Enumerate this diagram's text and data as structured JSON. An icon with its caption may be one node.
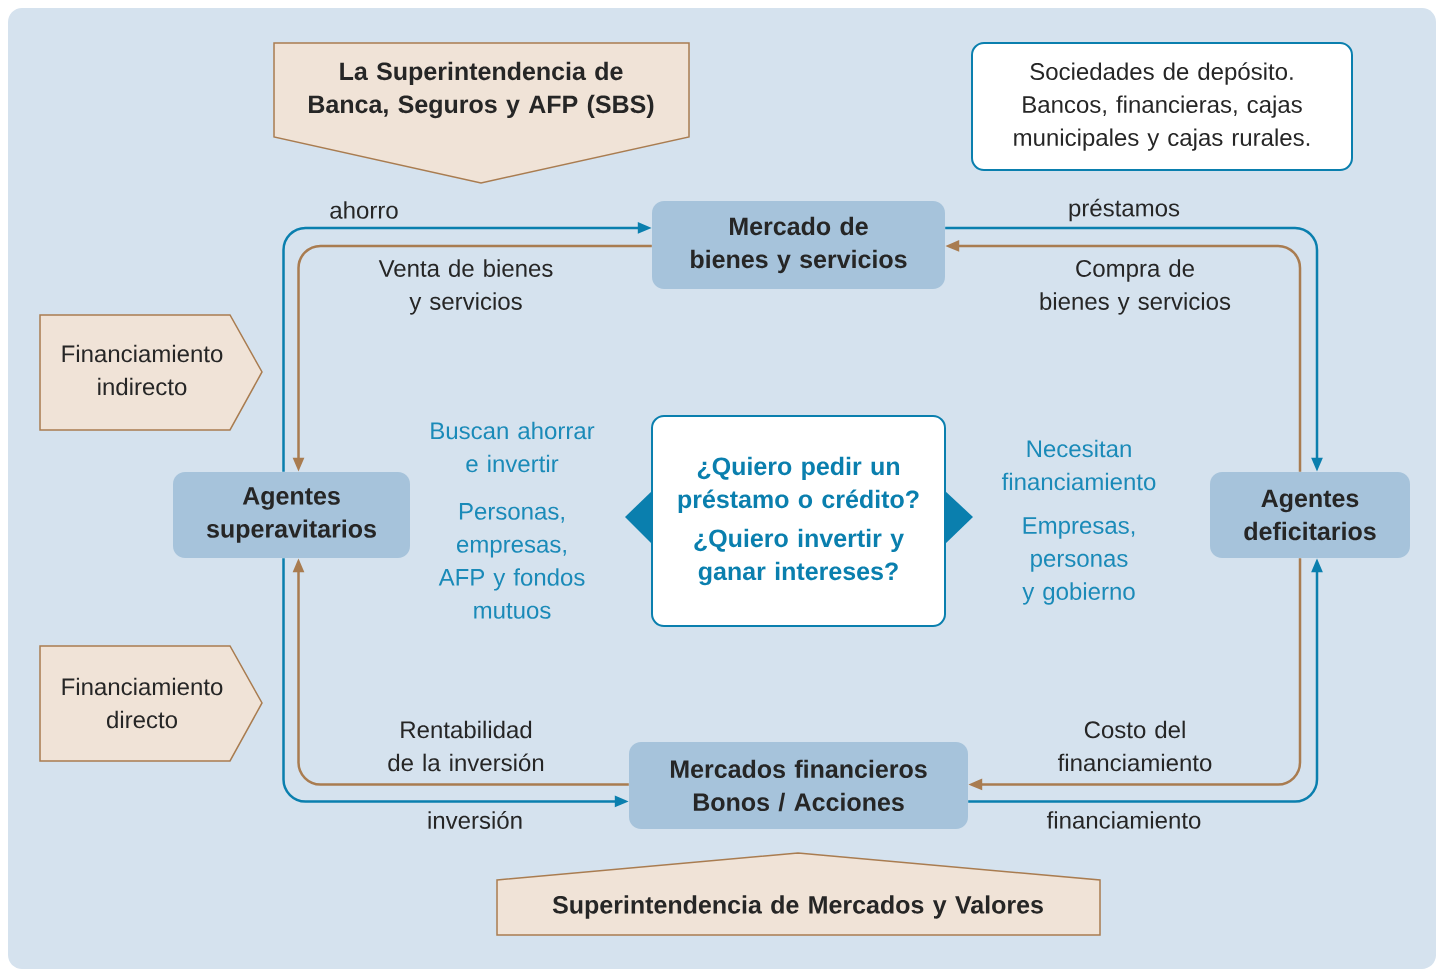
{
  "diagram": {
    "nodes": [
      {
        "text": [
          "La Superintendencia de Banca, Seguros y AFP (SBS)"
        ]
      },
      {
        "text": [
          "Sociedades de depósito. Bancos, financieras, cajas municipales y cajas rurales."
        ]
      },
      {
        "text": [
          "Mercado de bienes y servicios"
        ]
      },
      {
        "text": [
          "Financiamiento indirecto"
        ]
      },
      {
        "text": [
          "Agentes superavitarios"
        ]
      },
      {
        "text": [
          "¿Quiero pedir un préstamo o crédito?",
          "¿Quiero invertir y ganar intereses?"
        ]
      },
      {
        "text": [
          "Agentes deficitarios"
        ]
      },
      {
        "text": [
          "Financiamiento directo"
        ]
      },
      {
        "text": [
          "Mercados financieros Bonos / Acciones"
        ]
      },
      {
        "text": [
          "Superintendencia de Mercados y Valores"
        ]
      }
    ],
    "edges": [
      {
        "from": 4,
        "to": 2,
        "arrow": "to",
        "label": "ahorro",
        "color": "#0a7fae"
      },
      {
        "from": 2,
        "to": 4,
        "arrow": "to",
        "label": "Venta de bienes y servicios",
        "color": "#a97c50"
      },
      {
        "from": 2,
        "to": 6,
        "arrow": "to",
        "label": "préstamos",
        "color": "#0a7fae"
      },
      {
        "from": 6,
        "to": 2,
        "arrow": "to",
        "label": "Compra de bienes y servicios",
        "color": "#a97c50"
      },
      {
        "from": 4,
        "to": 8,
        "arrow": "to",
        "label": "inversión",
        "color": "#0a7fae"
      },
      {
        "from": 8,
        "to": 4,
        "arrow": "to",
        "label": "Rentabilidad de la inversión",
        "color": "#a97c50"
      },
      {
        "from": 8,
        "to": 6,
        "arrow": "to",
        "label": "financiamiento",
        "color": "#0a7fae"
      },
      {
        "from": 6,
        "to": 8,
        "arrow": "to",
        "label": "Costo del financiamiento",
        "color": "#a97c50"
      }
    ],
    "labels": [
      "Buscan ahorrar e invertir",
      "Personas, empresas, AFP y fondos mutuos",
      "Necesitan financiamiento",
      "Empresas, personas y gobierno"
    ]
  }
}
